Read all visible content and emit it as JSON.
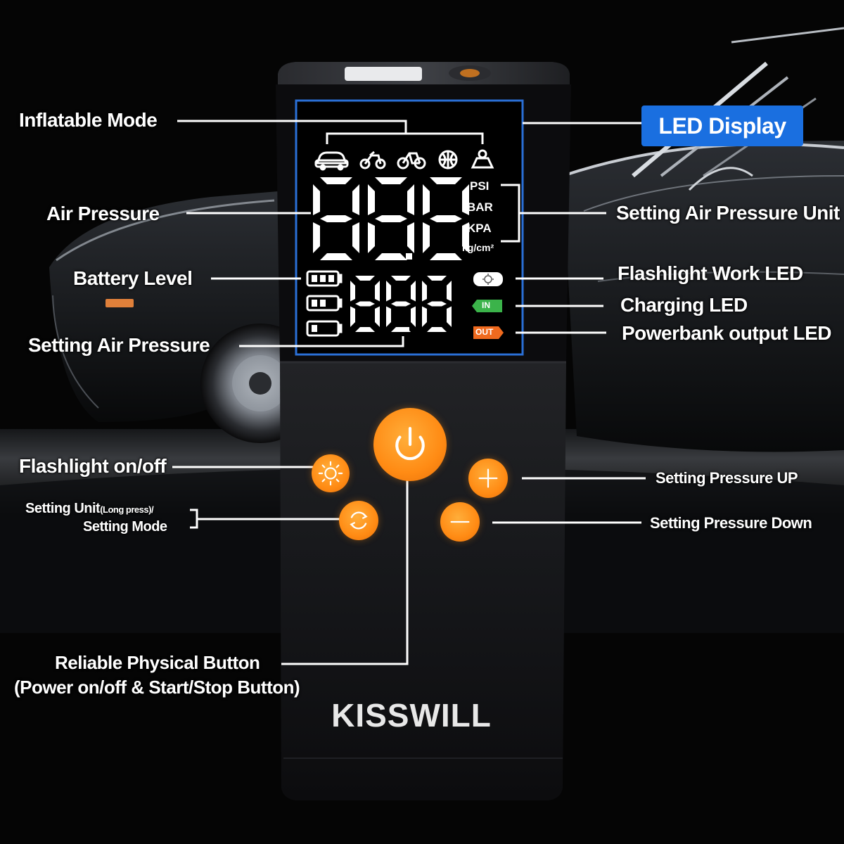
{
  "callouts": {
    "inflatable_mode": "Inflatable Mode",
    "air_pressure": "Air Pressure",
    "battery_level": "Battery Level",
    "setting_air_pressure": "Setting Air Pressure",
    "led_display": "LED Display",
    "setting_air_pressure_unit": "Setting Air Pressure Unit",
    "flashlight_work_led": "Flashlight Work LED",
    "charging_led": "Charging LED",
    "powerbank_output_led": "Powerbank output LED",
    "flashlight_onoff": "Flashlight on/off",
    "setting_unit_line1": "Setting Unit",
    "setting_unit_long_press": "(Long press)/",
    "setting_unit_line2": "Setting Mode",
    "setting_pressure_up": "Setting Pressure UP",
    "setting_pressure_down": "Setting Pressure Down",
    "reliable_button_line1": "Reliable Physical Button",
    "reliable_button_line2": "(Power on/off & Start/Stop Button)"
  },
  "display": {
    "main_digits": "888",
    "set_digits": "888",
    "units": [
      "PSI",
      "BAR",
      "KPA",
      "kg/cm²"
    ],
    "charging_led_label": "IN",
    "output_led_label": "OUT",
    "mode_icons": [
      "car-icon",
      "motorcycle-icon",
      "bicycle-icon",
      "ball-icon",
      "inflatable-toy-icon"
    ],
    "battery_icons": [
      "battery-full-icon",
      "battery-medium-icon",
      "battery-low-icon"
    ]
  },
  "brand": "KISSWILL",
  "colors": {
    "accent_orange": "#ff8b14",
    "led_blue": "#1a6fe0",
    "charging_green": "#3bb34a",
    "output_orange": "#f06a1e",
    "background": "#050505"
  }
}
